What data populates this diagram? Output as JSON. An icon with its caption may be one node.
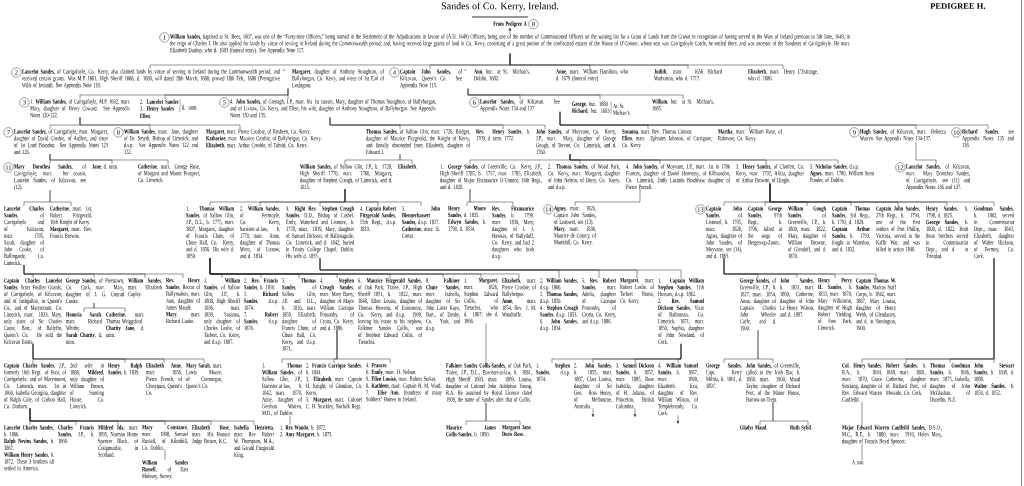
{
  "diagram": {
    "title": "Sandes of Co. Kerry, Ireland.",
    "nodes": [
      {
        "text": [
          "From Pedigree A",
          "8"
        ]
      },
      {
        "text": [
          "1",
          "**William Sandes**, baptised at St. Bees, 1607, was one of the “Forty-nine Officers,” being named in the Settlement of the Adjudications in favour of (A.D. 1649) Officers, being one of the number of Commissioned Officers on the waiting list for a Grant of Lands from the Crown in recognition of having served in the Wars of Ireland previous to 5th June, 1649, in the reign of Charles I. He also applied for lands by virtue of serving in Ireland during the Commonwealth period; and, having received large grants of land in Co. Kerry, consisting of a great portion of the confiscated estates of the House of O’Connor, whose seat was Carrigafoyle Castle, he settled there, and was ancestor of the Sandeses of Carrigafoyle. He marr. Elizabeth Dunlop, who d. 1683 (funeral entry). See Appendix Note 117."
        ]
      },
      {
        "text": [
          "2",
          "**Lancelot Sandes**, of Carrigafoyle, Co. Kerry, also claimed lands by virtue of serving in Ireland during the Commonwealth period, and received certain grants. Was M.P. 1661, High Sheriff 1666, d. 1680, will dated 28th March, 1680, proved 18th Feb., 1680 (Prerogative Wills of Ireland). See Appendix Note 118."
        ]
      },
      {
        "text": [
          "4",
          "**Captain John Sandes**, of Kilcavan, Queen’s Co. See Appendix Note 115."
        ]
      },
      {
        "text": [
          "**Anne**, marr. William Hamilton, who d. 1679 (funeral entry)."
        ]
      },
      {
        "text": [
          "**Judith**, marr. 1656 Richard Warburton, who d. 1717."
        ]
      },
      {
        "text": [
          "**Elizabeth**, marr. Henry L’Estrange, who d. 1686."
        ]
      },
      {
        "text": [
          "3",
          "1. **William Sandes**, of Carrigafoyle, M.P. 1692, marr. Mary, daughter of Henry Coward. See Appendix Notes 120-122."
        ]
      },
      {
        "text": [
          "2. **Lancelot Sandes**",
          "3. **Henry Sandes**",
          "d. unm.",
          "**Ellen**."
        ]
      },
      {
        "text": [
          "5",
          "4. **John Sandes**, of Grenagh, J.P., marr. his 1st cousin, Mary, daughter of Thomas Stoughton, of Ballyhorgan, and of Lixnaw, Co. Kerry, and Ellen, his wife, daughter of Anthony Stoughton, of Ballyhorgan. See Appendix Notes 130 and 135."
        ]
      },
      {
        "text": [
          "6",
          "**Lancelot Sandes**, of Kilcavan. See Appendix Notes 134 and 137."
        ]
      },
      {
        "text": [
          "**George**, bur. 1680",
          "**Richard**, bur. 1683",
          "At St. Michan’s."
        ]
      },
      {
        "text": [
          "**William**, bur. at St. Michan’s, 1685."
        ]
      },
      {
        "text": [
          "7",
          "**Lancelot Sandes**, of Carrigafoyle, marr. Margaret, daughter of David Crosbie, of Ardfert, and sister of 1st Lord Brandon. See Appendix Notes 123 and 126."
        ]
      },
      {
        "text": [
          "8",
          "**William Sandes**, marr. Jane, daughter of Dr. Smyth, Bishop of Limerick, and d.s.p. See Appendix Notes 122 and 132."
        ]
      },
      {
        "text": [
          "**Margaret**, marr. Pierce Crosbie, of Rusheen, Co. Kerry.",
          "**Katharine**, marr. Maurice Crosbie, of Ballyheigue, Co. Kerry.",
          "**Elizabeth**, marr. Arthur Crosbie, of Tubrid, Co. Kerry."
        ]
      },
      {
        "text": [
          "**Thomas Sandes**, of Sallow Glin, marr. 1726, Bridget, daughter of Maurice Fitzgerald, the Knight of Kerry, and lineally descended from Elizabeth, daughter of Edward I."
        ]
      },
      {
        "text": [
          "**Rev. Henry Sandes**, b. 1709, d. unm. 1772."
        ]
      },
      {
        "text": [
          "**John Sandes**, of Moyvane, Co. Kerry, J.P., marr. Mary, daughter of George Gough, of Tervoe, Co. Limerick, and d. 1760."
        ]
      },
      {
        "text": [
          "**Susanna**, marr. Rev. Thomas Connor.",
          "**Ellen**, marr. Ephraim Johnson, of Carrigane, Co. Kerry."
        ]
      },
      {
        "text": [
          "**Martha**, marr. William Rose, of Rahmore, Co. Kerry."
        ]
      },
      {
        "text": [
          "9",
          "**Hugh Sandes**, of Kilcavan, marr. Rebecca Warren. See Appendix Notes 134-137."
        ]
      },
      {
        "text": [
          "10",
          "**Richard Sandes**, see Appendix Notes 135 and 138."
        ]
      },
      {
        "text": [
          "11",
          "**Mary Dorothea Sandes**, of Carrigafoyle, marr. her cousin, Lancelot Sandes, of Kilcavan, see (12)."
        ]
      },
      {
        "text": [
          "**Jane**, d. unm."
        ]
      },
      {
        "text": [
          "**Catherine**, marr. George Rose, of Morgans and Mount Prospect, Co. Limerick."
        ]
      },
      {
        "text": [
          "**William Sandes**, of Sallow Glin, J.P., b. 1728, High Sheriff 1770, marr. 1760, Margaret, daughter of Stephen Creagh, of Limerick, and d. 1815."
        ]
      },
      {
        "text": [
          "**Elizabeth**."
        ]
      },
      {
        "text": [
          "1. **George Sandes**, of Greenville, Co. Kerry, J.P., High Sheriff 1785, b. 1757, marr. 1785, Elizabeth, daughter of Major Fitzmaurice O’Connor, 16th Regt., and d. 1828."
        ]
      },
      {
        "text": [
          "2. **Thomas Sandes**, of Wood Park, Co. Kerry, marr. Margaret, daughter of John Nelson, of Derry, Co. Kerry, and d.s.p."
        ]
      },
      {
        "text": [
          "3. **Henry Sandes**, of Clonfert, Co. Kerry, marr. 1792, Alicia, daughter of Arthur Browne, of Dingle."
        ]
      },
      {
        "text": [
          "4. **John Sandes**, of Moyvane, J.P., marr. 1st in 1786 Frances, daughter of Daniel Hennessy, of Kilbrandon, Co. Limerick; 2ndly Lucinda Bradshaw, daughter of Pierce Purcell."
        ]
      },
      {
        "text": [
          "5. **Nicholas Sandes**, d.s.p.",
          "**Agnes**, marr. 1780, William Stent Ponder, of Dublin."
        ]
      },
      {
        "text": [
          "12",
          "**Lancelot Sandes**, of Kilcavan, marr. Mary Dorothea Sandes, of Carrigafoyle, see (11) and Appendix Notes 136 and 137."
        ]
      },
      {
        "text": [
          "**Lancelot Charles Sandes**, of Carrigafoyle and of Kilcavan, marr. 1785, Sarah, daughter of John Cooke, of Ballingarde, Co. Limerick."
        ]
      },
      {
        "text": [
          "**Catherine**, marr. 1st, Robert Fitzgerald, 16th Knight of Kerry.",
          "**Margaret**, marr. Rev. Francis Browne."
        ]
      },
      {
        "text": [
          "1. **Thomas William Sandes**, of Sallow Glin, J.P., D.L., b. 1775, marr. 1807, Margaret, daughter of Francis Chute, of Chute Hall, Co. Kerry, and d. 1856. His wife d. 1859."
        ]
      },
      {
        "text": [
          "2. **William Sandes**, of Fermoyle, Co. Kerry, barrister-at-law, b. 1778, marr. Anne, daughter of Thomas Wren, of Lixnaw, and d. 1834."
        ]
      },
      {
        "text": [
          "3. **Right Rev. Stephen Creagh Sandes**, D.D., Bishop of Cashel, Emly, Waterford and Lismore, b. 1778, marr. 1819, Mary, daughter of Samuel Dickson, of Ballynaguile, Co. Limerick, and d. 1842; buried in Trinity College Chapel, Dublin. His wife d. 1855."
        ]
      },
      {
        "text": [
          "4. **Captain Robert Fitzgerald Sandes**, 55th Regt., d.s.p. 1819."
        ]
      },
      {
        "text": [
          "5. **John Blennerhassett Sandes**, d.s.p. 1837.",
          "**Catherine**, marr. E. Cotter."
        ]
      },
      {
        "text": [
          "**Henry Moore Sandes**, d. 1835.",
          "**Edwyn Sandes**, b. 1790, d. 1834."
        ]
      },
      {
        "text": [
          "**Rev. Fitzmaurice Sandes**, b. 1799, marr. 1830, Mary, daughter of J. J. Hawkes, of Ballyduff, Co. Kerry, and had 2 daughters who both d.s.p."
        ]
      },
      {
        "text": [
          "**Captain Charles Lancelot Sandes**, Scots Fusilier Guards, of Carrigafoyle, of Kilcavan, and of Inshgalloe, in Queen’s Co., and of Marymount, Co. Limerick, marr. 1833, Mary, only sister of Sir Charles Coote, Bart., of Ballyfin, Queen’s Co. He sold the Kilcavan Estate."
        ]
      },
      {
        "text": [
          "**George Sandes**, of Pierstown, Co. Cork, marr. Mary, daughter of J. G. Conrad Cooke."
        ]
      },
      {
        "text": [
          "**William Sandes**, marr. Elizabeth Copley."
        ]
      },
      {
        "text": [
          "**Rev. Henry Sandes**, Rector of Ballymahon, marr. Jane, daughter of James Maude.",
          "**Mary**, marr. Richard Cooke."
        ]
      },
      {
        "text": [
          "**Honoria Sarah**, marr. Richard Whitby.",
          "**Sarah Charity**, d. unm."
        ]
      },
      {
        "text": [
          "**Catherine**, marr. Thomas Wriggsford.",
          "**Charity Jane**, d. unm."
        ]
      },
      {
        "text": [
          "1. **William Sandes**, of Sallow Glin, J.P., b. 1808, High Sheriff 1836, marr. 1839, Susanna, only daughter of Charles Leslie, of Tarbert, Co. Kerry, and d.s.p. 1887."
        ]
      },
      {
        "text": [
          "2. **Rev. Francis Sandes**, b. 1810.",
          "3. **Richard Sandes**, d.s.p. 1874.",
          "7. **Robert Sandes**, d.s.p. 1876."
        ]
      },
      {
        "text": [
          "5. **Thomas Sandes**, of Sallow Glin, J.P. and D.L., b. 1816, marr. 1859, Elizabeth, daughter of Francis Chute, of Chute Hall, Co. Kerry, and d.s.p. 1871."
        ]
      },
      {
        "text": [
          "4. **Stephen Creagh Sandes**, marr. Mary Barry, daughter of Major William Carrique Ponsonby, of Crotta, Co. Kerry, and d. 1886."
        ]
      },
      {
        "text": [
          "6. **Maurice Fitzgerald Sandes**, of Oak Park, Tralee, J.P., High Sheriff 1851, b. 1822, marr. 1848, Ellen Louisa, daughter of Thomas Hewson, of Ennismore, Co. Kerry, and d.s.p. 1909, leaving his estate to his nephew, Falkiner Sandes Collis, son of Stephen Edward Collis, of Tieraclea."
        ]
      },
      {
        "text": [
          "8. **Falkiner Chute Sandes**, marr. Isabella, daughter of Sir John Lister Kaye, Bart., of Denby, Co. York, and d.s.p."
        ]
      },
      {
        "text": [
          "1. **Margaret**, marr. 1826, Stephen Edward Collis, of Tieraclea, who d. 1867; she d. 1866."
        ]
      },
      {
        "text": [
          "**Elizabeth**, marr. Pierce Crosbie, of Ballyheigue.",
          "**Anne**, marr. 1854, Rev. J. M. Woodroffe."
        ]
      },
      {
        "text": [
          "2. **William Sandes**, d.s.p. 1866.",
          "3. **Thomas Sandes**, d.s.p. 1850.",
          "4. **Stephen Creagh Sandes**, d.s.p. 1853.",
          "6. **John Sandes**, d.s.p. 1834."
        ]
      },
      {
        "text": [
          "5. **Rev. Robert Sandes**, marr. Adelia, daughter of Carrique Ponsonby, of Crotta, Co. Kerry, and d.s.p. 1886."
        ]
      },
      {
        "text": [
          "**Margaret**, marr. Robert Leslie, of Tarbert House, Co. Kerry."
        ]
      },
      {
        "text": [
          "1. **Captain William Stephen Sandes**, 11th Hussars, d.s.p. 1862.",
          "2. **Rev. Samuel Dickson Sandes**, Vicar of Rathronan, Co. Limerick, 1871, marr. 1850, Sophia, daughter of John Newland, of Cork."
        ]
      },
      {
        "text": [
          "13",
          "**Captain John Sandes**, of Listowel, b. 1795, marr. 1826, Agnes, daughter of John Sandes, of Moyvane, see (14), and d. 1865."
        ]
      },
      {
        "text": [
          "**Captain George Sandes**, 97th Regt., b. 1796, killed at the siege of Bergen-op-Zoom."
        ]
      },
      {
        "text": [
          "**William Gough Sandes**, of Greenville, J.P., b. 1800, marr. 1822, Mary, daughter of William Browne, of Glenduff, and d. 1870."
        ]
      },
      {
        "text": [
          "**Captain Thomas Sandes**, 3rd Regt., b. 1793, d. 1829.",
          "**Captain Arthur Sandes**, b. 1793, fought at Waterloo, and d. 1832."
        ]
      },
      {
        "text": [
          "**Captain John Sandes**, 27th Regt., b. 1794, one of the first settlers of Port Phillip, Victoria, served in the Kaffir War, and was killed in action 1846."
        ]
      },
      {
        "text": [
          "**Henry Sandes**, b. 1798, d. 1825.",
          "**George Sandes**, b. 1800, d. 1822. Both these brothers served in Commissariat Dept., and d. at Trinidad."
        ]
      },
      {
        "text": [
          "**Goodman Sandes**, b. 1802, served in Commissariat Dept., marr. 1843, Elizabeth, daughter of Walter Hickson, of Fermoy, Co. Cork."
        ]
      },
      {
        "text": [
          "14",
          "**Agnes**, marr. 1826, Captain John Sandes, of Listowel, see (13).",
          "**Mary**, marr. 1836, Maurice de Courcy, of Monkhill, Co. Kerry."
        ]
      },
      {
        "text": [
          "**Captain Charles Sandes**, J.P., formerly 16th Regt. of Foot, of Carrigafoyle, and of Marymount, Co. Limerick, marr. 1st in 1860, Isabella Georgina, daughter of Ralph Cole, of Corbon Hall, Co. Durham."
        ]
      },
      {
        "text": [
          "**Henry Ralph Sandes**, b. 1839."
        ]
      },
      {
        "text": [
          "**Elizabeth Anne**, marr. 1856, Pierce French, of Clonyquin, Queen’s Co."
        ]
      },
      {
        "text": [
          "**Mary Sarah**, marr. Lewis Moore, of Cremorgan, Queen’s Co."
        ]
      },
      {
        "text": [
          "1. **Thomas William Sandes**, of Sallow Glin, J.P., Barrister-at-law, b. 1842, marr. 1870, Anne, daughter of Gershon Warren, M.D., of Dublin."
        ]
      },
      {
        "text": [
          "2. **Francis Carrique Sandes**, b. 1844.",
          "3. **Elizabeth**, marr. Captain H. Knight, of Glendine, Co. Kerry.",
          "5. **Margaret**, marr. Colonel C. H. Stockley, Norfolk Regt."
        ]
      },
      {
        "text": [
          "4. **Frances**.",
          "6. **Emily**, marr. H. Nelson.",
          "9. **Ellen Louisa**, marr. Robert Stokes.",
          "8. **Kathleen**, marr. Captain H. M. Ward.",
          "7. **Elise Ann**, foundress of many Soldiers’ Homes in Ireland."
        ]
      },
      {
        "text": [
          "**Falkiner Sandes Collis-Sandes**, of Oak Park, Tralee, J.P., D.L., Barrister-at-law, b. 1861, High Sheriff 1893, marr. 1889, Louisa, daughter of Colonel John Adolphus Young, R.A. He assumed by Royal Licence dated 1909, the name of Sandes after that of Collis."
        ]
      },
      {
        "text": [
          "**George Sandes**, of Greenville, J.P., b. 1827, marr. 1854, Anna, daughter of Captain Charles John Wheeler Cuffe, and d. 1900."
        ]
      },
      {
        "text": [
          "**John Sandes**, b. 1831, marr. 1860, Catherine, daughter of John Le Henry Wilson, and d. 1897."
        ]
      },
      {
        "text": [
          "**Henry Percy H. Sandes**, b. 1833, marr. 1870, Mary Wilkinson, daughter of Hugh Robert Yielding, of Fow Park, Limerick."
        ]
      },
      {
        "text": [
          "**Captain Thomas W. Sandes**, Madras Staff Corps, b. 1842, marr. 1867, Mary Louisa, daughter of Henry Webb, of Glendarary, and d. at Sinnington, 1900."
        ]
      },
      {
        "text": [
          "**Col. Henry Sandes**, R.A., b. 1844, marr. 1870, Grace Stocking, daughter of Rev. Edward Warren Caulfeild."
        ]
      },
      {
        "text": [
          "**Robert Sandes**, b. 1848, marr. 1881, Catherine, daughter of Richard Peet, of Mosside, Co. Cork."
        ]
      },
      {
        "text": [
          "**Thomas Goodman Sandes**, b. 1846, marr. 1875, Isabella, daughter of John McGlashan, of Dunedin, N.Z."
        ]
      },
      {
        "text": [
          "**John Stewart Sandes**, b. 1849, d. 1889.",
          "**Walter Sandes**, b. 1850, d. 1852."
        ]
      },
      {
        "text": [
          "**Lancelot Charles Sandes**, b. 1866.",
          "**Ralph Nevins Sandes**, b. 1867.",
          "**William Henry Sandes**, b. 1872. These 3 brothers all settled in America."
        ]
      },
      {
        "text": [
          "**Charles Francis Sandes**, J.P., b. 1869."
        ]
      },
      {
        "text": [
          "**Mildred Ida**, marr. 1895, Norman Hume Spencer Black, of Craigmuirlie, in Scotland."
        ]
      },
      {
        "text": [
          "**Mary Constance**, marr. 1898, Samuel Russell, of Kilmihill, Co. Dublin."
        ]
      },
      {
        "text": [
          "**Elizabeth Rose**, marr. His Honour Judge Brown, K.C."
        ]
      },
      {
        "text": [
          "**Isabella Henrietta**, marr. Rev. Robert W. Thompson, M.A., and Gerald Fitzgerald King."
        ]
      },
      {
        "text": [
          "**William Sandes Russell**, of East Molesey, Surrey."
        ]
      },
      {
        "text": [
          "1. **Rex Wando**, b. 1872.",
          "2. **Amy Margaret**, b. 1875."
        ]
      },
      {
        "text": [
          "**Maurice James Collis-Sandes**, b. 1890."
        ]
      },
      {
        "text": [
          "**Margaret Jane**.",
          "**Doris Rose**."
        ]
      },
      {
        "text": [
          "1. **Stephen Sandes**, d.s.p. 1874."
        ]
      },
      {
        "text": [
          "2. **John Sandes**, b. 1855, marr. 1887, Clara Louisa, daughter of Sir Geo. Ross Henry, of Melbourne, Australia."
        ]
      },
      {
        "text": [
          "3. **Samuel Dickson Sandes**, b. 1857, marr. 1885, Rose Isabella, daughter of H. Adams, of Princeton, British Columbia."
        ]
      },
      {
        "text": [
          "4. **William Samuel Sandes**, b. 1867, marr. 1899, Elizabeth Eva, daughter of Rev. William Wilson, of Templebready, Co. Cork."
        ]
      },
      {
        "text": [
          "**George Sandes**, Capt. Kerry Militia, b. 1861, d. 1897."
        ]
      },
      {
        "text": [
          "**John Sandes**, of Greenville, called to the Irish Bar, b. 1868, marr. 1900, Maud Taylor, daughter of Richard Peet, of the Manor House, Barrow-on-Trent."
        ]
      },
      {
        "text": [
          "**Major Edward Warren Caulfeild Sandes**, D.S.O., M.C., R.E., b. 1880, marr. 1910, Helen Mary, daughter of Francis Boyd Spencer."
        ]
      },
      {
        "text": [
          "**Gladys Maud**."
        ]
      },
      {
        "text": [
          "**Ruth Sybil**."
        ]
      },
      {
        "text": [
          "A son."
        ]
      }
    ],
    "edges": [
      {
        "from": 1,
        "to": 0,
        "arrow": "to"
      },
      {
        "from": 1,
        "to": 2,
        "arrow": "none"
      },
      {
        "from": 1,
        "to": 3,
        "arrow": "none"
      },
      {
        "from": 1,
        "to": 4,
        "arrow": "none"
      },
      {
        "from": 1,
        "to": 5,
        "arrow": "none"
      },
      {
        "from": 1,
        "to": 6,
        "arrow": "none"
      },
      {
        "from": 2,
        "to": 7,
        "arrow": "none"
      },
      {
        "from": 2,
        "to": 8,
        "arrow": "none"
      },
      {
        "from": 2,
        "to": 9,
        "arrow": "none"
      },
      {
        "from": 3,
        "to": 10,
        "arrow": "none"
      },
      {
        "from": 3,
        "to": 11,
        "arrow": "none"
      },
      {
        "from": 3,
        "to": 12,
        "arrow": "none"
      },
      {
        "from": 7,
        "to": 13,
        "arrow": "none"
      },
      {
        "from": 7,
        "to": 14,
        "arrow": "none"
      },
      {
        "from": 7,
        "to": 15,
        "arrow": "none"
      },
      {
        "from": 9,
        "to": 16,
        "arrow": "none"
      },
      {
        "from": 9,
        "to": 17,
        "arrow": "none"
      },
      {
        "from": 9,
        "to": 18,
        "arrow": "none"
      },
      {
        "from": 10,
        "to": 19,
        "arrow": "none"
      },
      {
        "from": 10,
        "to": 20,
        "arrow": "none"
      },
      {
        "from": 10,
        "to": 21,
        "arrow": "none"
      },
      {
        "from": 10,
        "to": 22,
        "arrow": "none"
      },
      {
        "from": 13,
        "to": 23,
        "arrow": "none"
      },
      {
        "from": 13,
        "to": 24,
        "arrow": "none"
      },
      {
        "from": 13,
        "to": 25,
        "arrow": "none"
      },
      {
        "from": 16,
        "to": 26,
        "arrow": "none"
      },
      {
        "from": 16,
        "to": 27,
        "arrow": "none"
      },
      {
        "from": 18,
        "to": 28,
        "arrow": "none"
      },
      {
        "from": 18,
        "to": 29,
        "arrow": "none"
      },
      {
        "from": 18,
        "to": 30,
        "arrow": "none"
      },
      {
        "from": 18,
        "to": 31,
        "arrow": "none"
      },
      {
        "from": 18,
        "to": 32,
        "arrow": "none"
      },
      {
        "from": 21,
        "to": 33,
        "arrow": "none"
      },
      {
        "from": 23,
        "to": 34,
        "arrow": "none"
      },
      {
        "from": 23,
        "to": 35,
        "arrow": "none"
      },
      {
        "from": 26,
        "to": 36,
        "arrow": "none"
      },
      {
        "from": 26,
        "to": 37,
        "arrow": "none"
      },
      {
        "from": 26,
        "to": 38,
        "arrow": "none"
      },
      {
        "from": 26,
        "to": 39,
        "arrow": "none"
      },
      {
        "from": 26,
        "to": 40,
        "arrow": "none"
      },
      {
        "from": 28,
        "to": 41,
        "arrow": "none"
      },
      {
        "from": 28,
        "to": 42,
        "arrow": "none"
      },
      {
        "from": 30,
        "to": 61,
        "arrow": "none"
      },
      {
        "from": 30,
        "to": 62,
        "arrow": "none"
      },
      {
        "from": 30,
        "to": 63,
        "arrow": "none"
      },
      {
        "from": 30,
        "to": 64,
        "arrow": "none"
      },
      {
        "from": 30,
        "to": 65,
        "arrow": "none"
      },
      {
        "from": 30,
        "to": 66,
        "arrow": "none"
      },
      {
        "from": 30,
        "to": 67,
        "arrow": "none"
      },
      {
        "from": 31,
        "to": 68,
        "arrow": "none"
      },
      {
        "from": 34,
        "to": 43,
        "arrow": "none"
      },
      {
        "from": 34,
        "to": 44,
        "arrow": "none"
      },
      {
        "from": 34,
        "to": 45,
        "arrow": "none"
      },
      {
        "from": 34,
        "to": 46,
        "arrow": "none"
      },
      {
        "from": 44,
        "to": 47,
        "arrow": "none"
      },
      {
        "from": 44,
        "to": 48,
        "arrow": "none"
      },
      {
        "from": 36,
        "to": 49,
        "arrow": "none"
      },
      {
        "from": 36,
        "to": 50,
        "arrow": "none"
      },
      {
        "from": 36,
        "to": 51,
        "arrow": "none"
      },
      {
        "from": 36,
        "to": 52,
        "arrow": "none"
      },
      {
        "from": 36,
        "to": 53,
        "arrow": "none"
      },
      {
        "from": 36,
        "to": 54,
        "arrow": "none"
      },
      {
        "from": 36,
        "to": 55,
        "arrow": "none"
      },
      {
        "from": 36,
        "to": 56,
        "arrow": "none"
      },
      {
        "from": 38,
        "to": 57,
        "arrow": "none"
      },
      {
        "from": 38,
        "to": 58,
        "arrow": "none"
      },
      {
        "from": 38,
        "to": 59,
        "arrow": "none"
      },
      {
        "from": 38,
        "to": 60,
        "arrow": "none"
      },
      {
        "from": 43,
        "to": 69,
        "arrow": "none"
      },
      {
        "from": 43,
        "to": 70,
        "arrow": "none"
      },
      {
        "from": 43,
        "to": 71,
        "arrow": "none"
      },
      {
        "from": 43,
        "to": 72,
        "arrow": "none"
      },
      {
        "from": 52,
        "to": 73,
        "arrow": "none"
      },
      {
        "from": 52,
        "to": 74,
        "arrow": "none"
      },
      {
        "from": 52,
        "to": 75,
        "arrow": "none"
      },
      {
        "from": 55,
        "to": 76,
        "arrow": "none"
      },
      {
        "from": 60,
        "to": 95,
        "arrow": "none"
      },
      {
        "from": 60,
        "to": 96,
        "arrow": "none"
      },
      {
        "from": 60,
        "to": 97,
        "arrow": "none"
      },
      {
        "from": 60,
        "to": 98,
        "arrow": "none"
      },
      {
        "from": 61,
        "to": 77,
        "arrow": "none"
      },
      {
        "from": 61,
        "to": 78,
        "arrow": "none"
      },
      {
        "from": 61,
        "to": 79,
        "arrow": "none"
      },
      {
        "from": 61,
        "to": 80,
        "arrow": "none"
      },
      {
        "from": 67,
        "to": 81,
        "arrow": "none"
      },
      {
        "from": 67,
        "to": 82,
        "arrow": "none"
      },
      {
        "from": 67,
        "to": 83,
        "arrow": "none"
      },
      {
        "from": 67,
        "to": 84,
        "arrow": "none"
      },
      {
        "from": 69,
        "to": 85,
        "arrow": "none"
      },
      {
        "from": 69,
        "to": 86,
        "arrow": "none"
      },
      {
        "from": 69,
        "to": 87,
        "arrow": "none"
      },
      {
        "from": 69,
        "to": 88,
        "arrow": "none"
      },
      {
        "from": 69,
        "to": 89,
        "arrow": "none"
      },
      {
        "from": 69,
        "to": 90,
        "arrow": "none"
      },
      {
        "from": 88,
        "to": 91,
        "arrow": "none"
      },
      {
        "from": 73,
        "to": 92,
        "arrow": "none"
      },
      {
        "from": 76,
        "to": 93,
        "arrow": "none"
      },
      {
        "from": 76,
        "to": 94,
        "arrow": "none"
      },
      {
        "from": 77,
        "to": 99,
        "arrow": "none"
      },
      {
        "from": 77,
        "to": 100,
        "arrow": "none"
      },
      {
        "from": 81,
        "to": 101,
        "arrow": "none"
      },
      {
        "from": 100,
        "to": 102,
        "arrow": "none"
      },
      {
        "from": 100,
        "to": 103,
        "arrow": "none"
      },
      {
        "from": 101,
        "to": 104,
        "arrow": "none"
      },
      {
        "from": 96,
        "to": null,
        "arrow": "to"
      },
      {
        "from": 97,
        "to": null,
        "arrow": "to"
      },
      {
        "from": 98,
        "to": null,
        "arrow": "to"
      }
    ],
    "labels": [
      "PEDIGREE H.",
      "=",
      "**Margaret**, daughter of Anthony Stoughton, of Ballyhorgan, Co. Kerry, and niece of 1st Earl of Lexington.",
      "=",
      "**Ann**, bur. at St. Michan’s, Dublin, 1682.",
      "2nd wife in 1880, **Mildred**, only daughter of William Brown, of Sunning House, Co. Limerick."
    ]
  }
}
